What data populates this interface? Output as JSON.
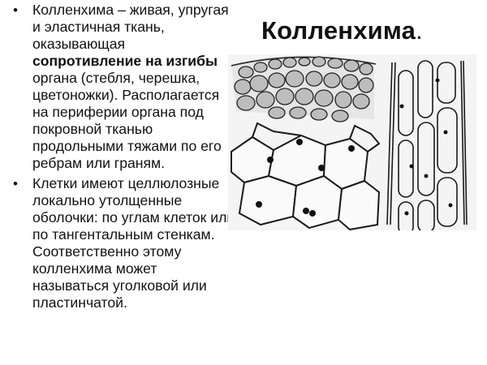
{
  "slide": {
    "title": "Колленхима",
    "title_suffix": ".",
    "bullets": [
      {
        "text_before": "Колленхима – живая, упругая и эластичная ткань, оказывающая ",
        "text_bold": "сопротивление на изгибы",
        "text_after": " органа (стебля, черешка, цветоножки). Располагается на периферии органа под покровной тканью продольными тяжами по его ребрам или граням."
      },
      {
        "text_before": "Клетки имеют целлюлозные локально утолщенные оболочки: по углам клеток или по тангентальным стенкам. Соответственно этому колленхима может называться уголковой или пластинчатой.",
        "text_bold": "",
        "text_after": ""
      }
    ],
    "bullet_glyph": "•",
    "figure": {
      "description": "Micrograph drawings of collenchyma tissue",
      "panels": [
        "cross-section of angular collenchyma (top-left)",
        "enlarged cells with thickened corners and nuclei (bottom-left)",
        "longitudinal section of elongated cells (right)"
      ]
    }
  }
}
